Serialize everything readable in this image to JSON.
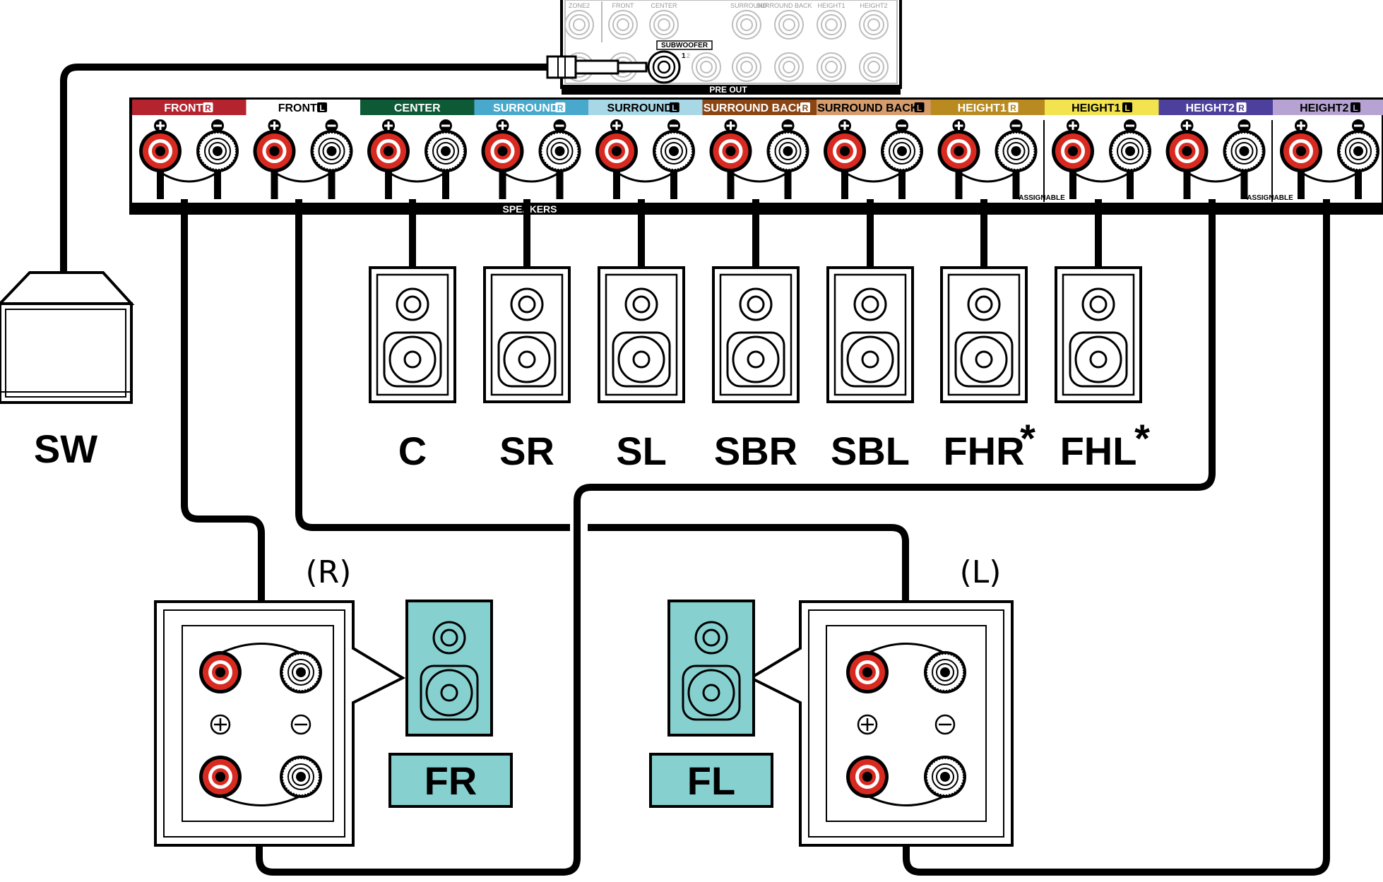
{
  "receiver": {
    "channel_tabs": [
      {
        "label": "FRONT",
        "badge": "R",
        "color": "#b5232e",
        "text_color": "#ffffff"
      },
      {
        "label": "FRONT",
        "badge": "L",
        "color": "#ffffff",
        "text_color": "#000000"
      },
      {
        "label": "CENTER",
        "badge": "",
        "color": "#0e5a37",
        "text_color": "#ffffff"
      },
      {
        "label": "SURROUND",
        "badge": "R",
        "color": "#48a9cd",
        "text_color": "#ffffff"
      },
      {
        "label": "SURROUND",
        "badge": "L",
        "color": "#a8d7e6",
        "text_color": "#000000"
      },
      {
        "label": "SURROUND BACK",
        "badge": "R",
        "color": "#8a4513",
        "text_color": "#ffffff"
      },
      {
        "label": "SURROUND BACK",
        "badge": "L",
        "color": "#d69c6c",
        "text_color": "#000000"
      },
      {
        "label": "HEIGHT1",
        "badge": "R",
        "color": "#b98a20",
        "text_color": "#ffffff"
      },
      {
        "label": "HEIGHT1",
        "badge": "L",
        "color": "#f3e34e",
        "text_color": "#000000"
      },
      {
        "label": "HEIGHT2",
        "badge": "R",
        "color": "#4d3f9c",
        "text_color": "#ffffff"
      },
      {
        "label": "HEIGHT2",
        "badge": "L",
        "color": "#b6a3d3",
        "text_color": "#000000"
      }
    ],
    "speakers_label": "SPEAKERS",
    "assignable_label": "ASSIGNABLE",
    "pre_out": {
      "label": "PRE OUT",
      "subwoofer_label": "SUBWOOFER",
      "jack_numbers": [
        "1",
        "2"
      ],
      "top_labels": [
        "ZONE2",
        "FRONT",
        "CENTER",
        "SURROUND",
        "SURROUND BACK",
        "HEIGHT1",
        "HEIGHT2"
      ]
    }
  },
  "speakers": [
    {
      "label": "C"
    },
    {
      "label": "SR"
    },
    {
      "label": "SL"
    },
    {
      "label": "SBR"
    },
    {
      "label": "SBL"
    },
    {
      "label": "FHR",
      "asterisk": "*"
    },
    {
      "label": "FHL",
      "asterisk": "*"
    }
  ],
  "subwoofer": {
    "label": "SW"
  },
  "front_speakers": {
    "right": {
      "label": "FR",
      "side": "(R)"
    },
    "left": {
      "label": "FL",
      "side": "(L)"
    }
  },
  "colors": {
    "terminal_red": "#d82a21",
    "front_speaker_teal": "#86d1d0",
    "wire": "#000000"
  }
}
